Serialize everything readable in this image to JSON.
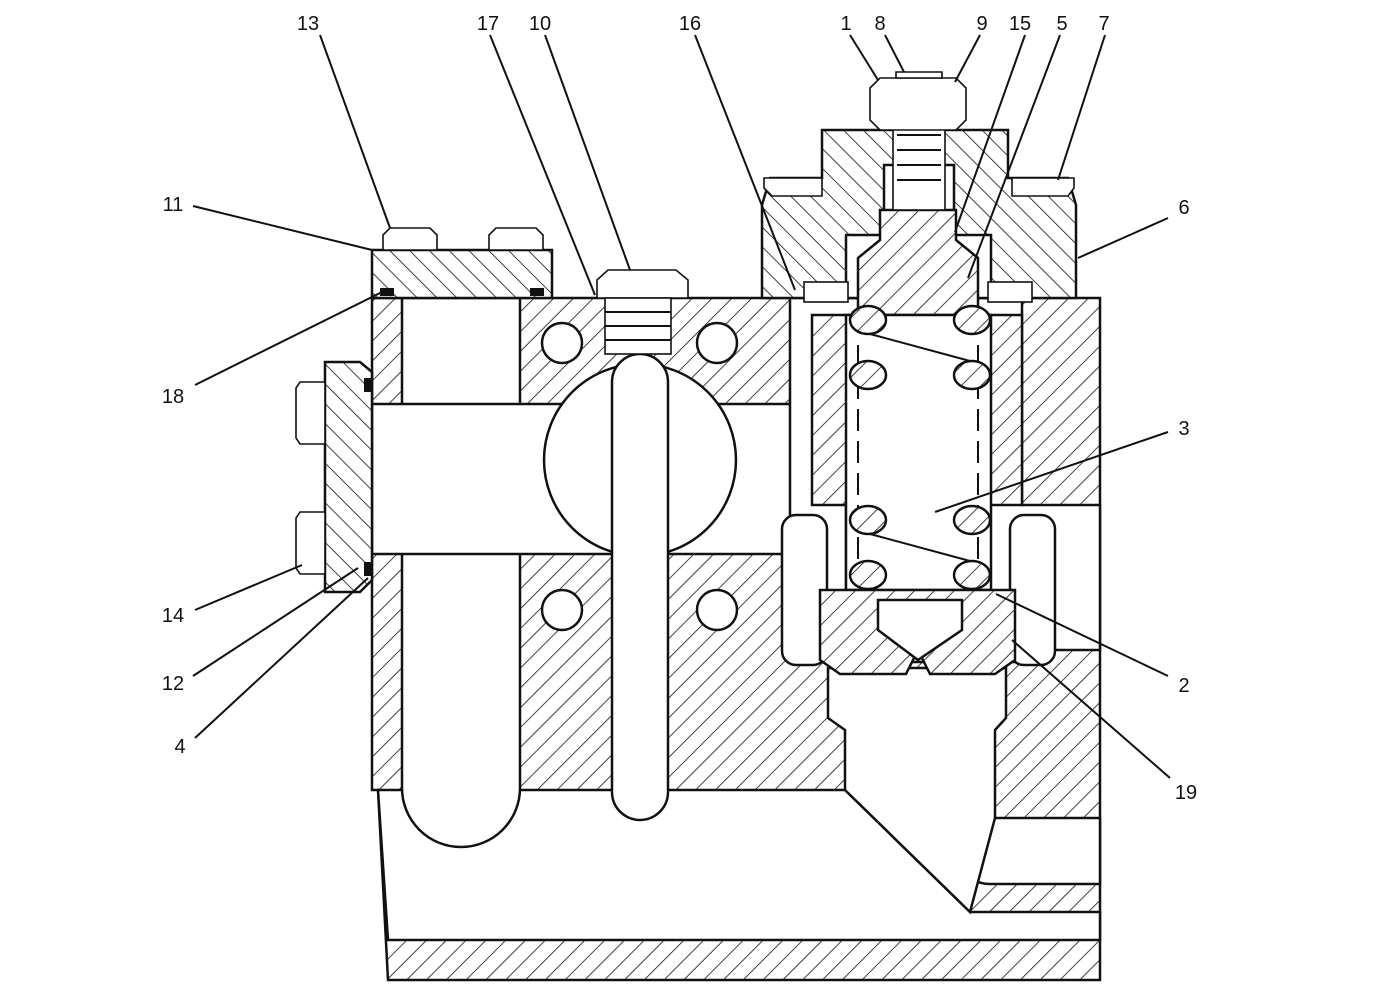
{
  "callouts": [
    {
      "id": "c1",
      "text": "1"
    },
    {
      "id": "c2",
      "text": "2"
    },
    {
      "id": "c3",
      "text": "3"
    },
    {
      "id": "c4",
      "text": "4"
    },
    {
      "id": "c5",
      "text": "5"
    },
    {
      "id": "c6",
      "text": "6"
    },
    {
      "id": "c7",
      "text": "7"
    },
    {
      "id": "c8",
      "text": "8"
    },
    {
      "id": "c9",
      "text": "9"
    },
    {
      "id": "c10",
      "text": "10"
    },
    {
      "id": "c11",
      "text": "11"
    },
    {
      "id": "c12",
      "text": "12"
    },
    {
      "id": "c13",
      "text": "13"
    },
    {
      "id": "c14",
      "text": "14"
    },
    {
      "id": "c15",
      "text": "15"
    },
    {
      "id": "c16",
      "text": "16"
    },
    {
      "id": "c17",
      "text": "17"
    },
    {
      "id": "c18",
      "text": "18"
    },
    {
      "id": "c19",
      "text": "19"
    }
  ],
  "colors": {
    "line": "#111111",
    "background": "#ffffff"
  }
}
